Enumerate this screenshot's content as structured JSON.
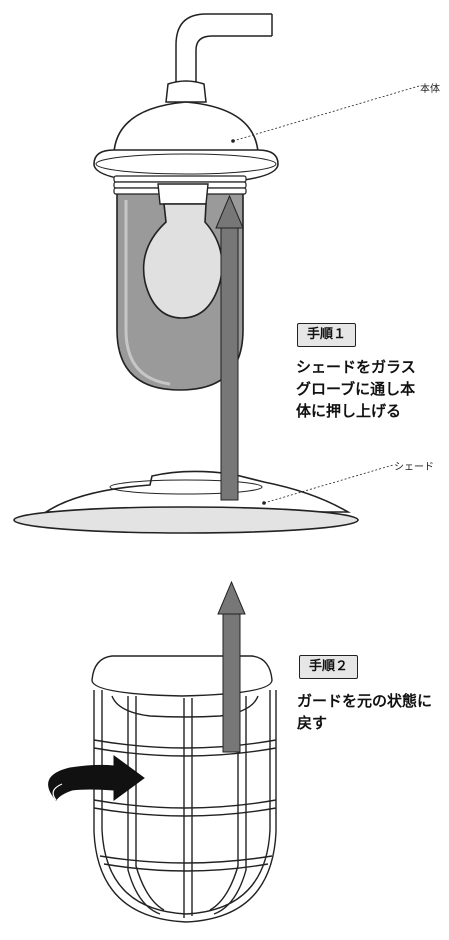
{
  "labels": {
    "body_part": "本体",
    "shade_part": "シェード"
  },
  "steps": [
    {
      "badge": "手順１",
      "text": "シェードをガラス\nグローブに通し本\n体に押し上げる"
    },
    {
      "badge": "手順２",
      "text": "ガードを元の状態に\n戻す"
    }
  ],
  "colors": {
    "arrow": "#777777",
    "globe": "#9a9a9a",
    "bulb": "#e0e0e0",
    "line": "#222222",
    "badge_bg": "#e6e6e6"
  }
}
